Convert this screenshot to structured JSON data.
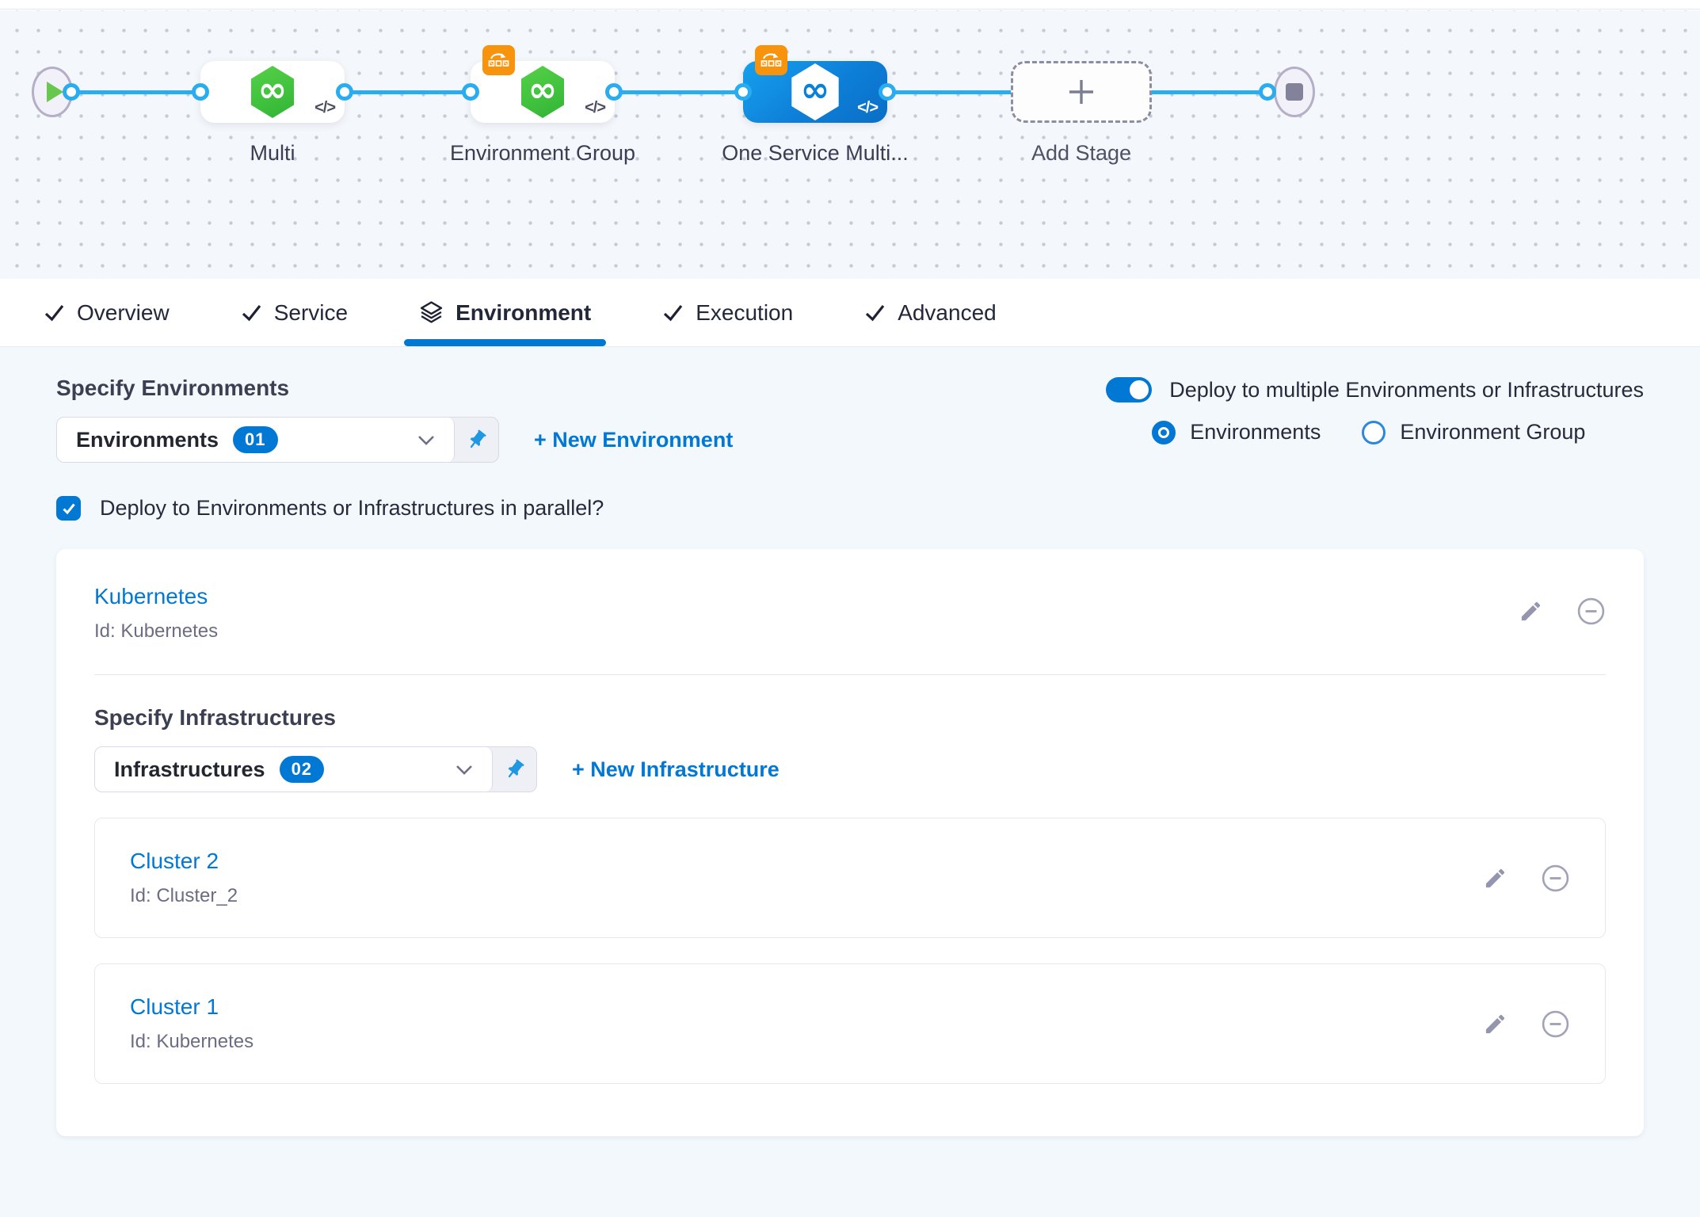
{
  "colors": {
    "accent_blue": "#0278d5",
    "connector_blue": "#29adf0",
    "stage_green": "#42c63e",
    "badge_orange": "#f7930d",
    "text_dark": "#22273a",
    "text_muted": "#6b6d85",
    "icon_gray": "#9496af",
    "page_bg": "#f3f8fd"
  },
  "icons": {
    "infinity": "∞",
    "code": "</>"
  },
  "pipeline": {
    "stages": [
      {
        "label": "Multi"
      },
      {
        "label": "Environment Group"
      },
      {
        "label": "One Service Multi..."
      }
    ],
    "add_stage_label": "Add Stage"
  },
  "tabs": [
    {
      "label": "Overview"
    },
    {
      "label": "Service"
    },
    {
      "label": "Environment"
    },
    {
      "label": "Execution"
    },
    {
      "label": "Advanced"
    }
  ],
  "environment_section": {
    "header": "Specify Environments",
    "select_label": "Environments",
    "select_count": "01",
    "new_environment": "+ New Environment",
    "multi_toggle_label": "Deploy to multiple Environments or Infrastructures",
    "radio_environments": "Environments",
    "radio_environment_group": "Environment Group",
    "parallel_label": "Deploy to Environments or Infrastructures in parallel?"
  },
  "environment_card": {
    "title": "Kubernetes",
    "id": "Id: Kubernetes",
    "infra_header": "Specify Infrastructures",
    "select_label": "Infrastructures",
    "select_count": "02",
    "new_infrastructure": "+ New Infrastructure",
    "infrastructures": [
      {
        "title": "Cluster 2",
        "id": "Id: Cluster_2"
      },
      {
        "title": "Cluster 1",
        "id": "Id: Kubernetes"
      }
    ]
  }
}
